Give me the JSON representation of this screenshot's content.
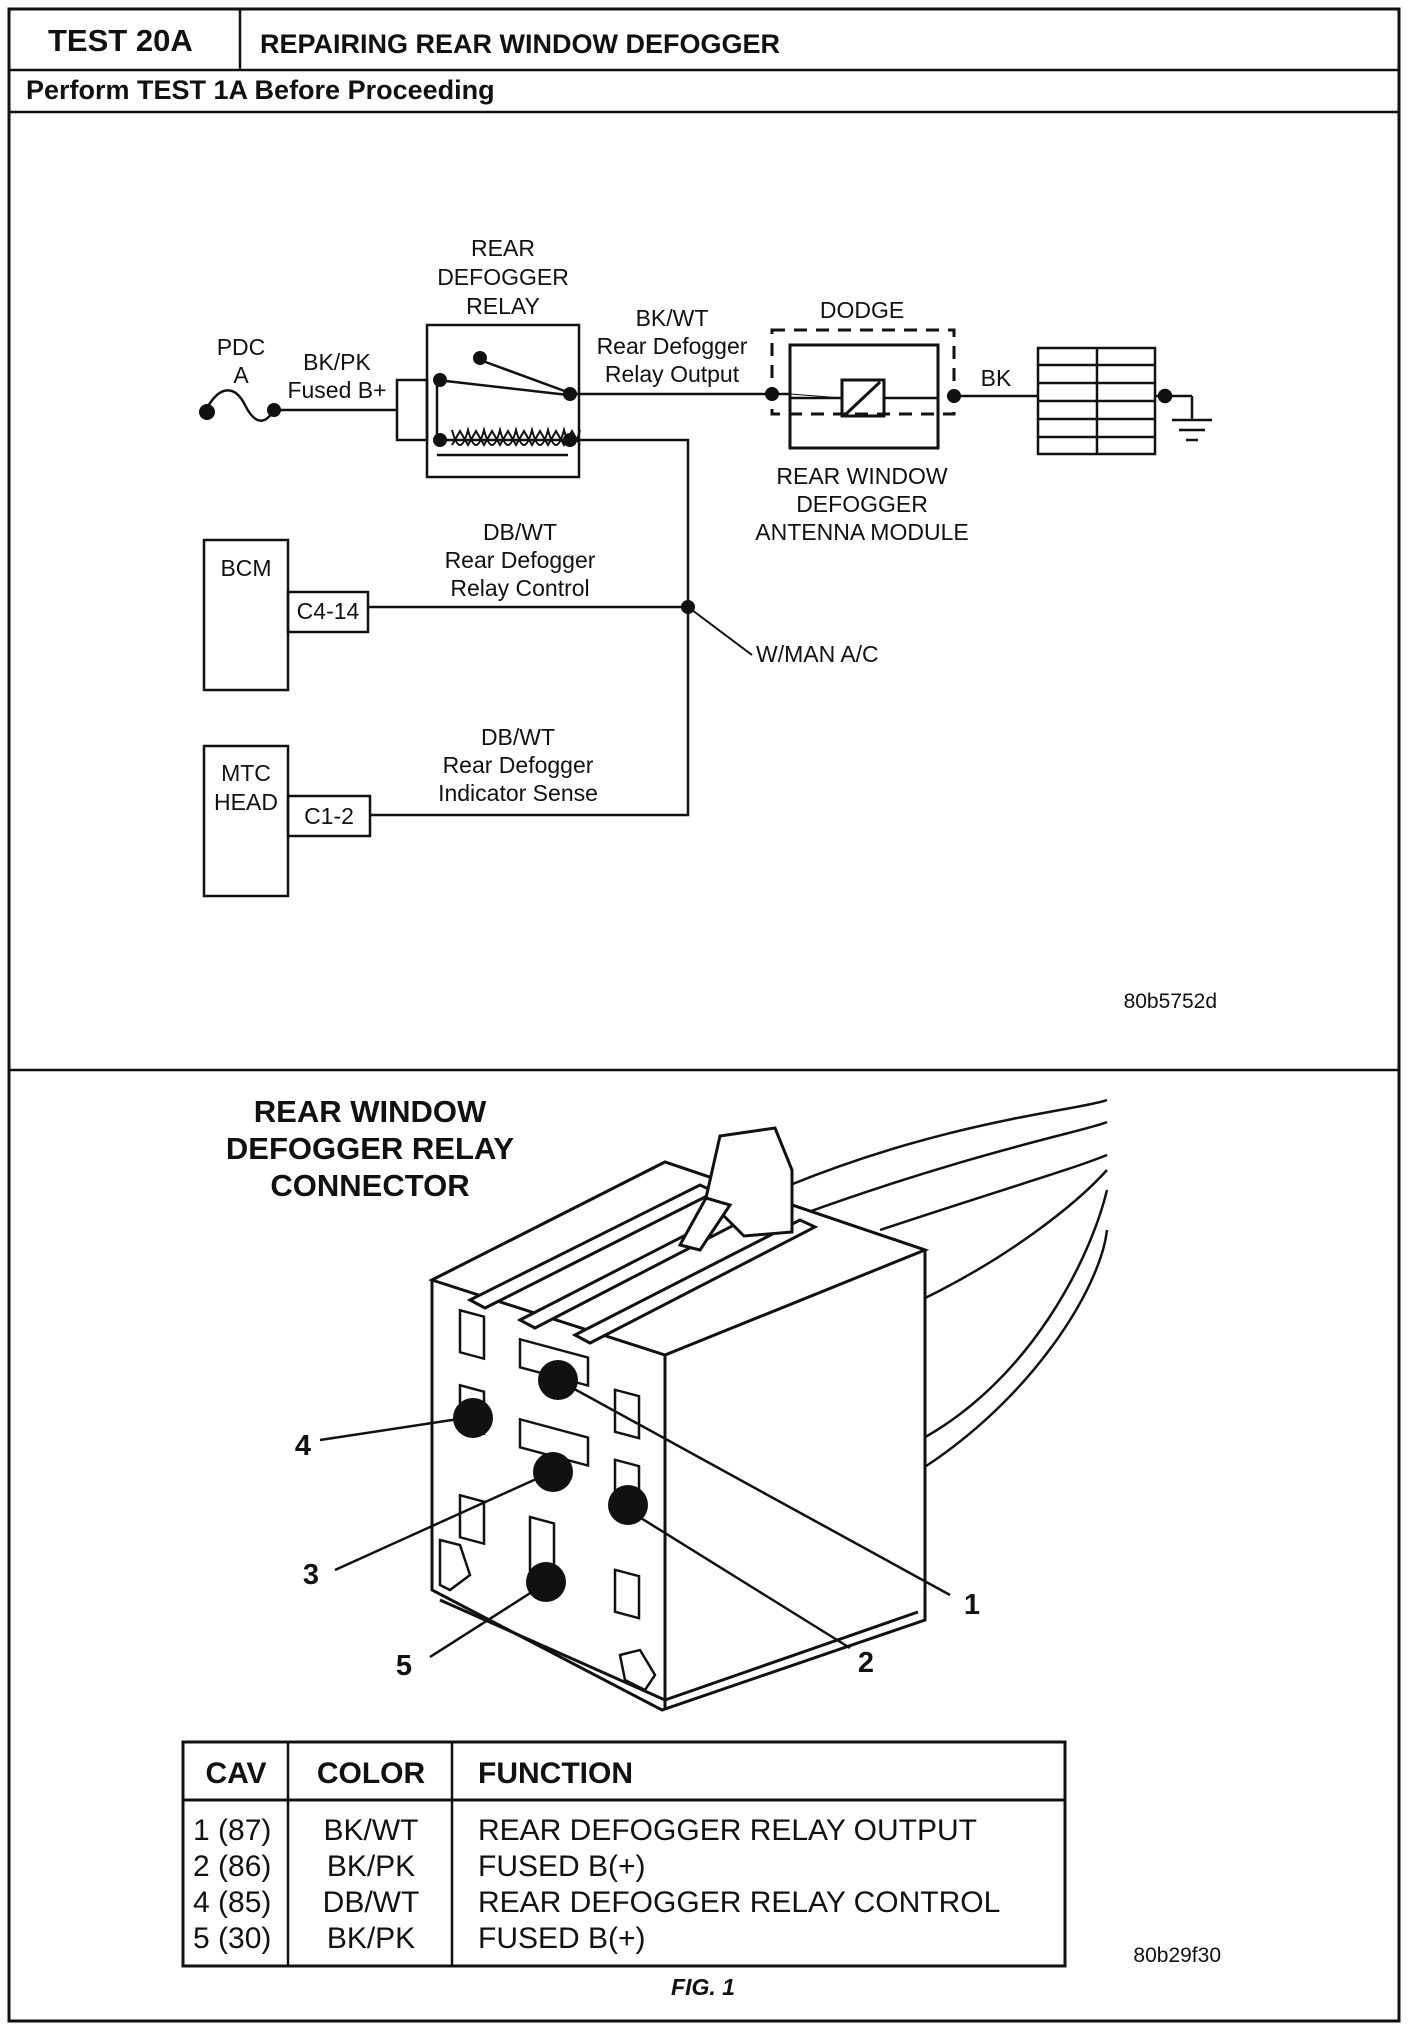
{
  "header": {
    "test_id": "TEST 20A",
    "title": "REPAIRING REAR WINDOW DEFOGGER",
    "subtitle": "Perform TEST 1A Before Proceeding"
  },
  "schematic": {
    "relay_title": [
      "REAR",
      "DEFOGGER",
      "RELAY"
    ],
    "pdc_label": [
      "PDC",
      "A"
    ],
    "fused_wire": [
      "BK/PK",
      "Fused B+"
    ],
    "output_wire": [
      "BK/WT",
      "Rear Defogger",
      "Relay Output"
    ],
    "dodge_label": "DODGE",
    "bk_wire": "BK",
    "module_label": [
      "REAR WINDOW",
      "DEFOGGER",
      "ANTENNA MODULE"
    ],
    "bcm_label": "BCM",
    "bcm_connector": "C4-14",
    "control_wire": [
      "DB/WT",
      "Rear Defogger",
      "Relay Control"
    ],
    "man_ac": "W/MAN A/C",
    "mtc_label": [
      "MTC",
      "HEAD"
    ],
    "mtc_connector": "C1-2",
    "sense_wire": [
      "DB/WT",
      "Rear Defogger",
      "Indicator Sense"
    ],
    "ref_code": "80b5752d"
  },
  "connector": {
    "title": [
      "REAR WINDOW",
      "DEFOGGER RELAY",
      "CONNECTOR"
    ],
    "callouts": [
      "4",
      "3",
      "5",
      "1",
      "2"
    ],
    "ref_code": "80b29f30",
    "fig_caption": "FIG. 1"
  },
  "table": {
    "headers": [
      "CAV",
      "COLOR",
      "FUNCTION"
    ],
    "rows": [
      [
        "1 (87)",
        "BK/WT",
        "REAR DEFOGGER RELAY OUTPUT"
      ],
      [
        "2 (86)",
        "BK/PK",
        "FUSED B(+)"
      ],
      [
        "4 (85)",
        "DB/WT",
        "REAR DEFOGGER RELAY CONTROL"
      ],
      [
        "5 (30)",
        "BK/PK",
        "FUSED B(+)"
      ]
    ]
  }
}
